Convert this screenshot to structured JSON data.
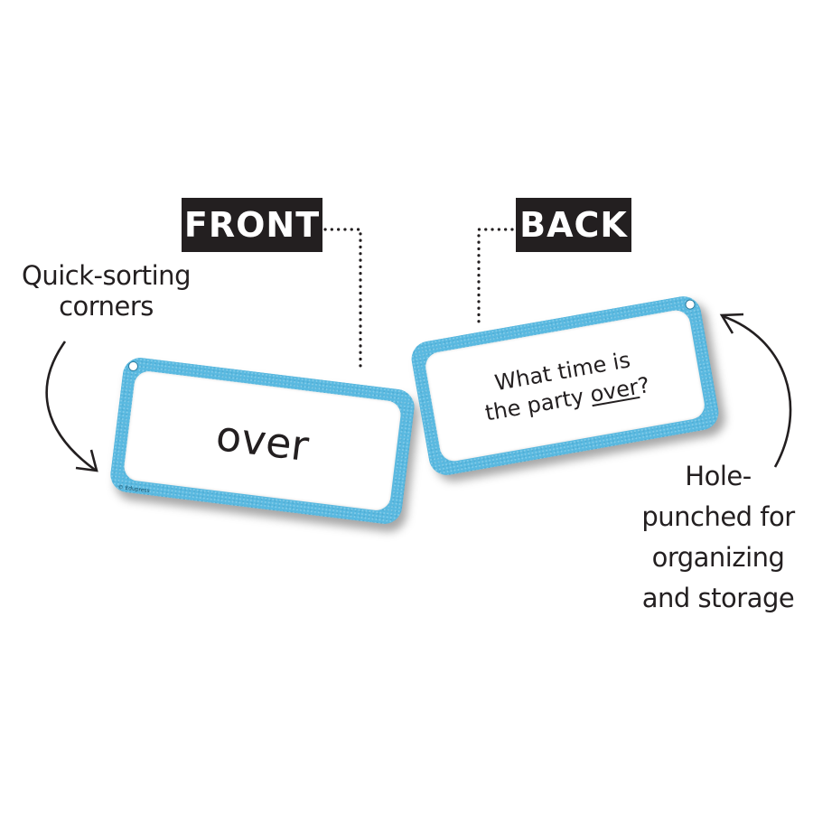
{
  "labels": {
    "front": "FRONT",
    "back": "BACK"
  },
  "captions": {
    "left": [
      "Quick-sorting",
      "corners"
    ],
    "right": [
      "Hole-",
      "punched for",
      "organizing",
      "and storage"
    ]
  },
  "front_card": {
    "word": "over",
    "copyright": "© Edupress"
  },
  "back_card": {
    "line1": "What time is",
    "line2_prefix": "the party ",
    "line2_underlined": "over",
    "line2_suffix": "?"
  },
  "colors": {
    "card_border": "#5ab9e0",
    "label_bg": "#231f20",
    "text": "#231f20"
  }
}
